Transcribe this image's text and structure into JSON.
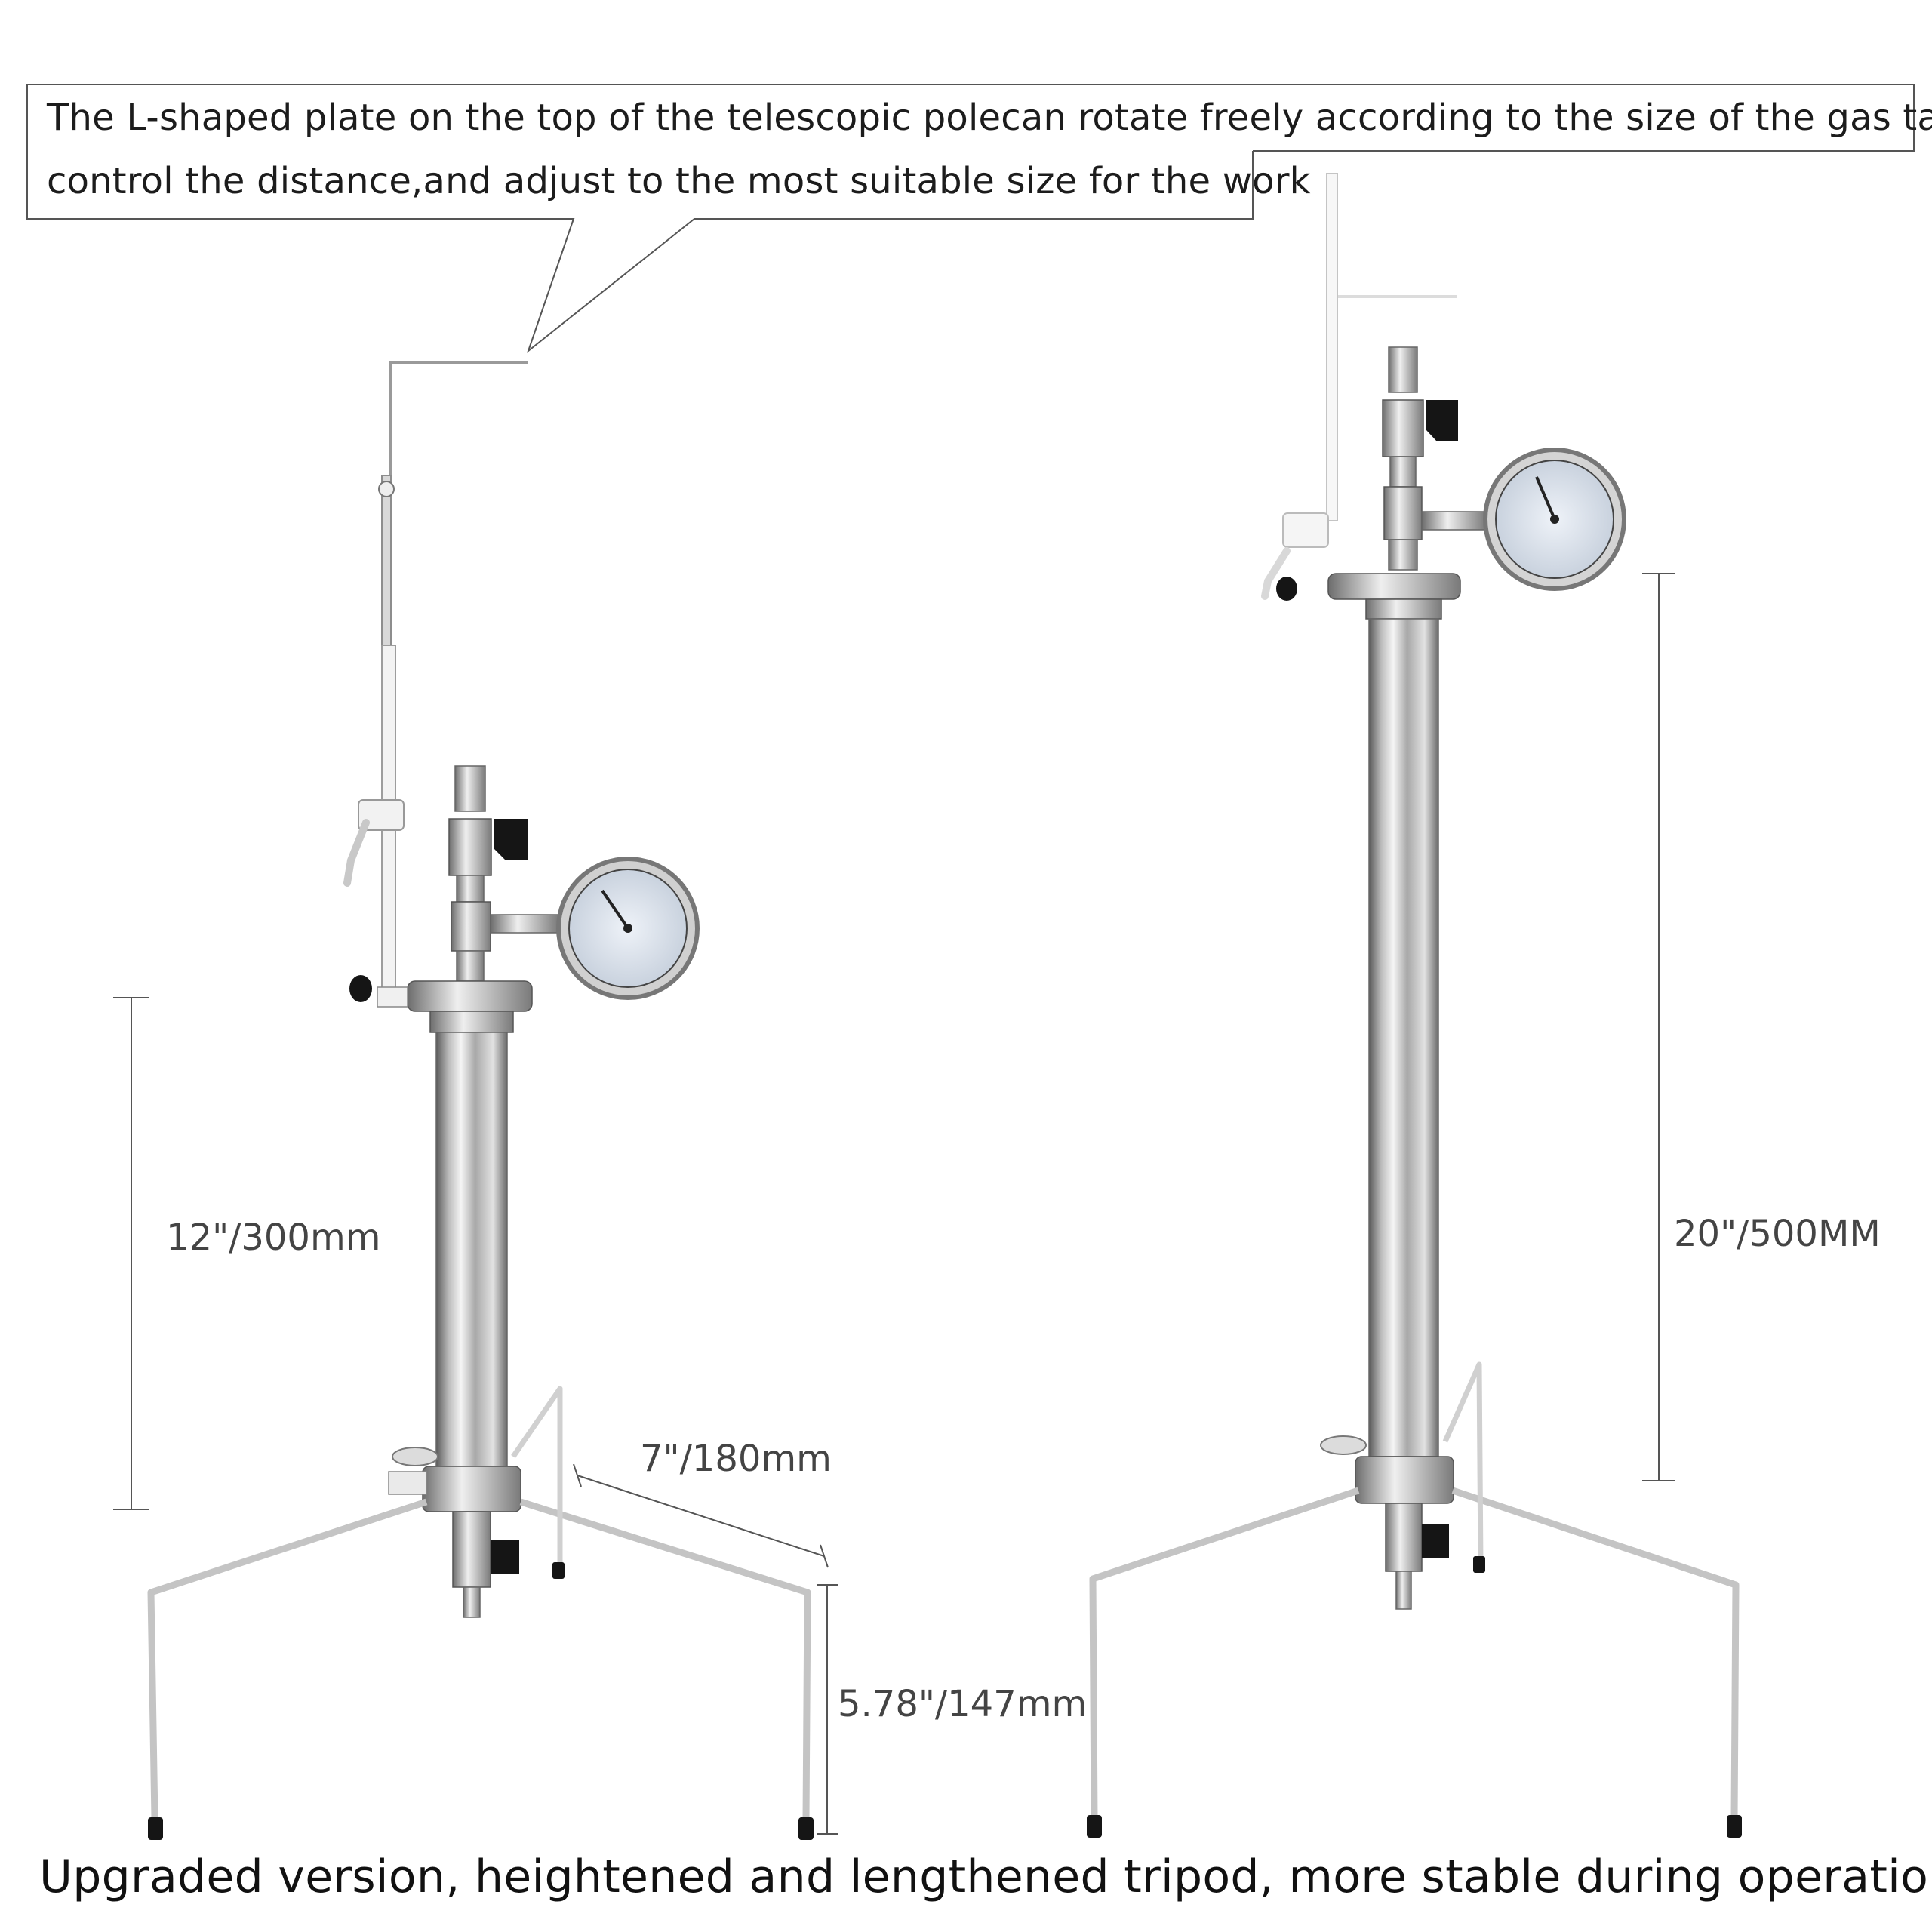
{
  "callout": {
    "line1": "The L-shaped plate on the top of the telescopic polecan rotate freely according to the size of the gas tank,",
    "line2": "control the distance,and adjust to the most suitable size for the work"
  },
  "dimensions": {
    "height_small": "12\"/300mm",
    "leg_span": "7\"/180mm",
    "leg_height": "5.78\"/147mm",
    "height_large": "20\"/500MM"
  },
  "caption": "Upgraded version, heightened and lengthened tripod, more stable during operation",
  "colors": {
    "steel_light": "#e6e6e6",
    "steel_mid": "#b4b4b4",
    "steel_dark": "#6e6e6e",
    "knob": "#151515",
    "gauge_face": "#dfe6f0",
    "dimension_line": "#555555"
  }
}
